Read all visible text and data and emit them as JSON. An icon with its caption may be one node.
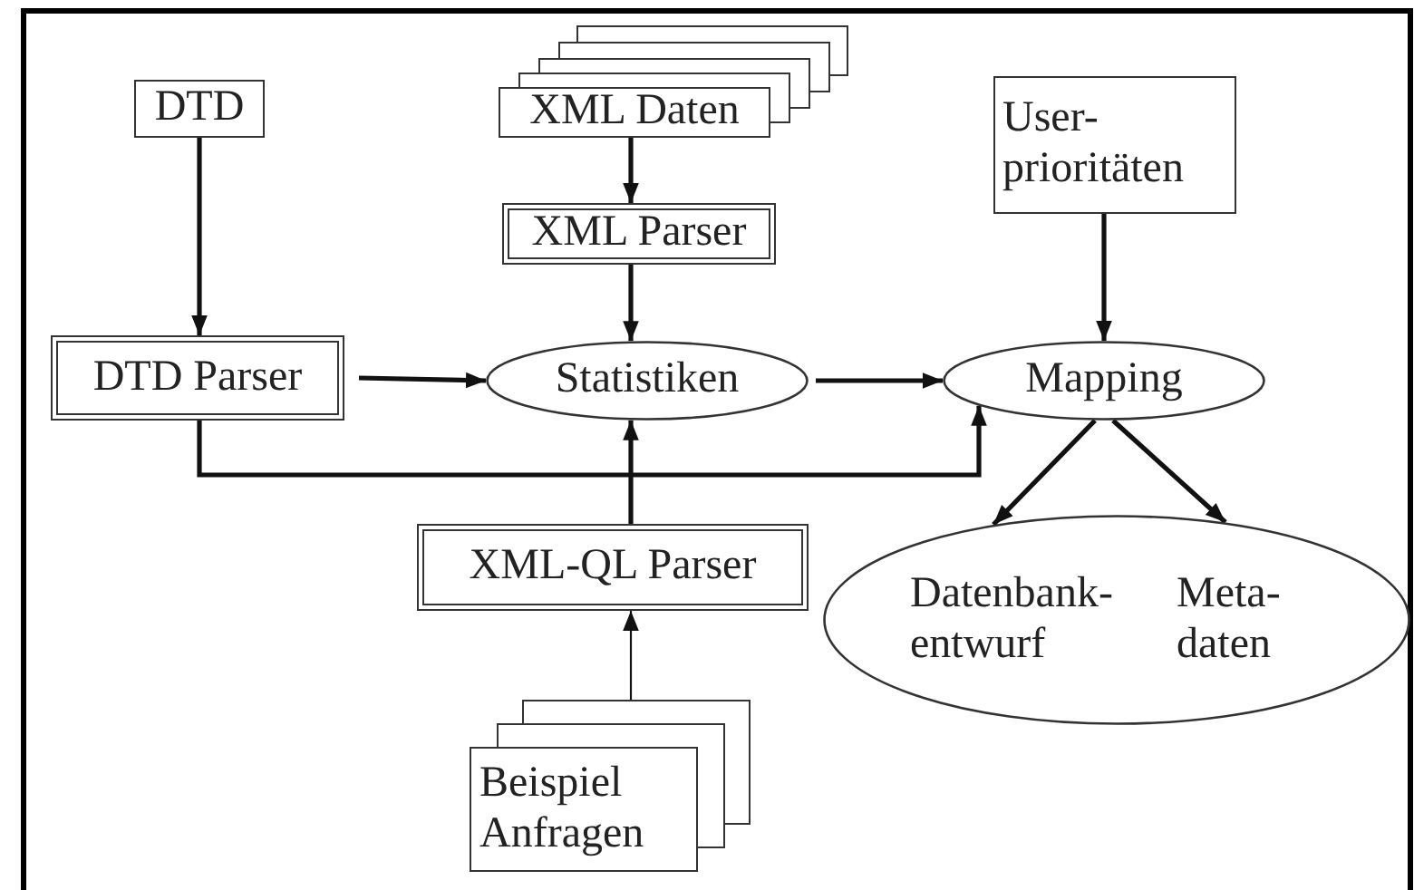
{
  "diagram": {
    "nodes": [
      {
        "text": [
          "DTD"
        ]
      },
      {
        "text": [
          "XML Daten"
        ]
      },
      {
        "text": [
          "User- prioritäten"
        ]
      },
      {
        "text": [
          "XML Parser"
        ]
      },
      {
        "text": [
          "DTD Parser"
        ]
      },
      {
        "text": [
          "Statistiken"
        ]
      },
      {
        "text": [
          "Mapping"
        ]
      },
      {
        "text": [
          "XML-QL Parser"
        ]
      },
      {
        "text": [
          "Datenbank- entwurf",
          "Meta- daten"
        ]
      },
      {
        "text": [
          "Beispiel Anfragen"
        ]
      }
    ],
    "edges": [
      {
        "from": 0,
        "to": 4,
        "arrow": "to"
      },
      {
        "from": 1,
        "to": 3,
        "arrow": "to"
      },
      {
        "from": 3,
        "to": 5,
        "arrow": "to"
      },
      {
        "from": 4,
        "to": 5,
        "arrow": "to"
      },
      {
        "from": 5,
        "to": 6,
        "arrow": "to"
      },
      {
        "from": 2,
        "to": 6,
        "arrow": "to"
      },
      {
        "from": 4,
        "to": 6,
        "arrow": "to"
      },
      {
        "from": 7,
        "to": 5,
        "arrow": "to"
      },
      {
        "from": 9,
        "to": 7,
        "arrow": "to"
      },
      {
        "from": 6,
        "to": 8,
        "arrow": "to"
      },
      {
        "from": 6,
        "to": 8,
        "arrow": "to"
      }
    ]
  }
}
